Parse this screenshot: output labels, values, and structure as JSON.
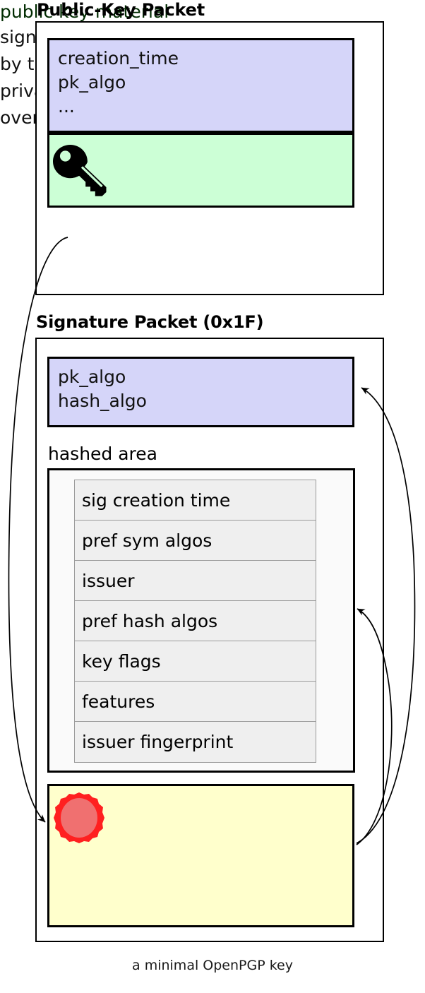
{
  "diagram": {
    "caption": "a minimal OpenPGP key",
    "colors": {
      "header_fill": "#d5d5f9",
      "key_material_fill": "#ccffd6",
      "signature_fill": "#ffffcc",
      "hashed_area_fill": "#fafafa",
      "subpacket_fill": "#efefef",
      "seal_outer": "#ff2020",
      "seal_inner": "#f07070",
      "stroke": "#000000"
    }
  },
  "public_key_packet": {
    "heading": "Public-Key Packet",
    "header_fields": [
      "creation_time",
      "pk_algo",
      "..."
    ],
    "key_material": {
      "icon": "key-icon",
      "label": "public key material"
    }
  },
  "signature_packet": {
    "heading": "Signature Packet (0x1F)",
    "header_fields": [
      "pk_algo",
      "hash_algo"
    ],
    "hashed_area": {
      "label": "hashed area",
      "subpackets": [
        "sig creation time",
        "pref sym algos",
        "issuer",
        "pref hash algos",
        "key flags",
        "features",
        "issuer fingerprint"
      ]
    },
    "signature_value": {
      "icon": "wax-seal-icon",
      "lines": [
        "signature",
        "by the",
        "private key material",
        "over this packet"
      ]
    }
  },
  "arrows": [
    {
      "name": "arrow-public-key-to-signature-value",
      "from": "public-key-packet",
      "to": "signature-value-box"
    },
    {
      "name": "arrow-signature-value-to-signature-header",
      "from": "signature-value-box",
      "to": "signature-header-box"
    },
    {
      "name": "arrow-signature-value-to-hashed-area",
      "from": "signature-value-box",
      "to": "hashed-area-box"
    }
  ]
}
